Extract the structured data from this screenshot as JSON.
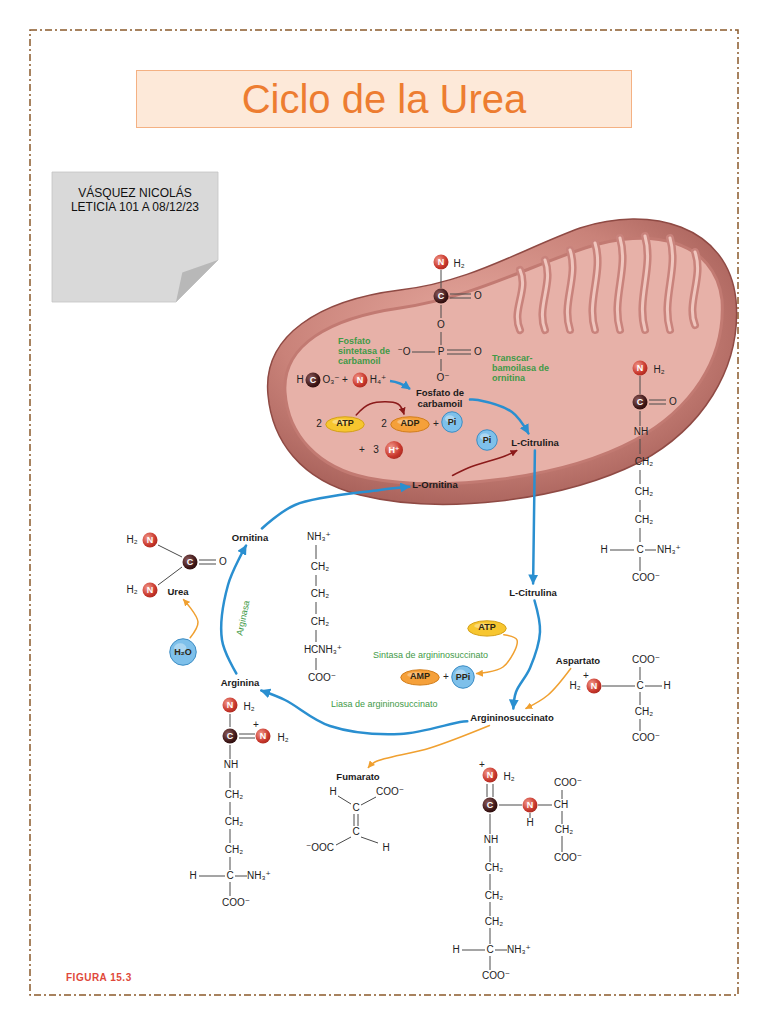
{
  "diagram": {
    "title": "Ciclo de la Urea",
    "caption": "FIGURA 15.3",
    "nodes": [
      {
        "text": [
          "VÁSQUEZ NICOLÁS LETICIA 101 A 08/12/23"
        ]
      },
      {
        "text": [
          "Fosfato de carbamoil"
        ]
      },
      {
        "text": [
          "ATP"
        ]
      },
      {
        "text": [
          "ADP"
        ]
      },
      {
        "text": [
          "Pi"
        ]
      },
      {
        "text": [
          "Pi"
        ]
      },
      {
        "text": [
          "L-Citrulina"
        ]
      },
      {
        "text": [
          "L-Ornitina"
        ]
      },
      {
        "text": [
          "Ornitina"
        ]
      },
      {
        "text": [
          "Urea"
        ]
      },
      {
        "text": [
          "L-Citrulina"
        ]
      },
      {
        "text": [
          "ATP"
        ]
      },
      {
        "text": [
          "H₂O"
        ]
      },
      {
        "text": [
          "Aspartato"
        ]
      },
      {
        "text": [
          "AMP"
        ]
      },
      {
        "text": [
          "PPi"
        ]
      },
      {
        "text": [
          "Arginina"
        ]
      },
      {
        "text": [
          "Argininosuccinato"
        ]
      },
      {
        "text": [
          "Fumarato"
        ]
      }
    ],
    "edges": [
      {
        "from": 1,
        "to": 6,
        "label": "Transcar- bamoilasa de ornitina",
        "arrow": "to"
      },
      {
        "from": 2,
        "to": 3,
        "arrow": "to"
      },
      {
        "from": 6,
        "to": 10,
        "arrow": "to"
      },
      {
        "from": 10,
        "to": 17,
        "label": "Sintasa de argininosuccinato",
        "arrow": "to"
      },
      {
        "from": 17,
        "to": 16,
        "label": "Liasa de argininosuccinato",
        "arrow": "to"
      },
      {
        "from": 16,
        "to": 8,
        "label": "Arginasa",
        "arrow": "to"
      },
      {
        "from": 8,
        "to": 7,
        "arrow": "to"
      },
      {
        "from": 7,
        "to": 6,
        "arrow": "to"
      },
      {
        "from": 17,
        "to": 18,
        "arrow": "to"
      },
      {
        "from": 12,
        "to": 9,
        "arrow": "to"
      },
      {
        "from": 13,
        "to": 17,
        "arrow": "to"
      },
      {
        "from": 11,
        "to": 15,
        "arrow": "to"
      }
    ],
    "labels": [
      "Fosfato sintetasa de carbamoil",
      "N",
      "H₂",
      "C",
      "O",
      "O",
      "⁻O",
      "P",
      "O",
      "O⁻",
      "H",
      "C",
      "O₃⁻",
      "+",
      "N",
      "H₄⁺",
      "2",
      "2",
      "+",
      "+",
      "3",
      "H⁺",
      "N",
      "H₂",
      "C",
      "O",
      "NH",
      "CH₂",
      "CH₂",
      "CH₂",
      "H",
      "C",
      "NH₃⁺",
      "COO⁻",
      "NH₃⁺",
      "CH₂",
      "CH₂",
      "CH₂",
      "HCNH₃⁺",
      "COO⁻",
      "H₂",
      "N",
      "C",
      "O",
      "H₂",
      "N",
      "COO⁻",
      "+",
      "H₂",
      "N",
      "C",
      "H",
      "CH₂",
      "COO⁻",
      "N",
      "H₂",
      "C",
      "+",
      "N",
      "H₂",
      "NH",
      "CH₂",
      "CH₂",
      "CH₂",
      "H",
      "C",
      "NH₃⁺",
      "COO⁻",
      "+",
      "N",
      "H₂",
      "COO⁻",
      "C",
      "N",
      "CH",
      "H",
      "CH₂",
      "COO⁻",
      "NH",
      "CH₂",
      "CH₂",
      "CH₂",
      "H",
      "C",
      "NH₃⁺",
      "COO⁻",
      "H",
      "C",
      "COO⁻",
      "C",
      "⁻OOC",
      "H",
      "+"
    ]
  }
}
